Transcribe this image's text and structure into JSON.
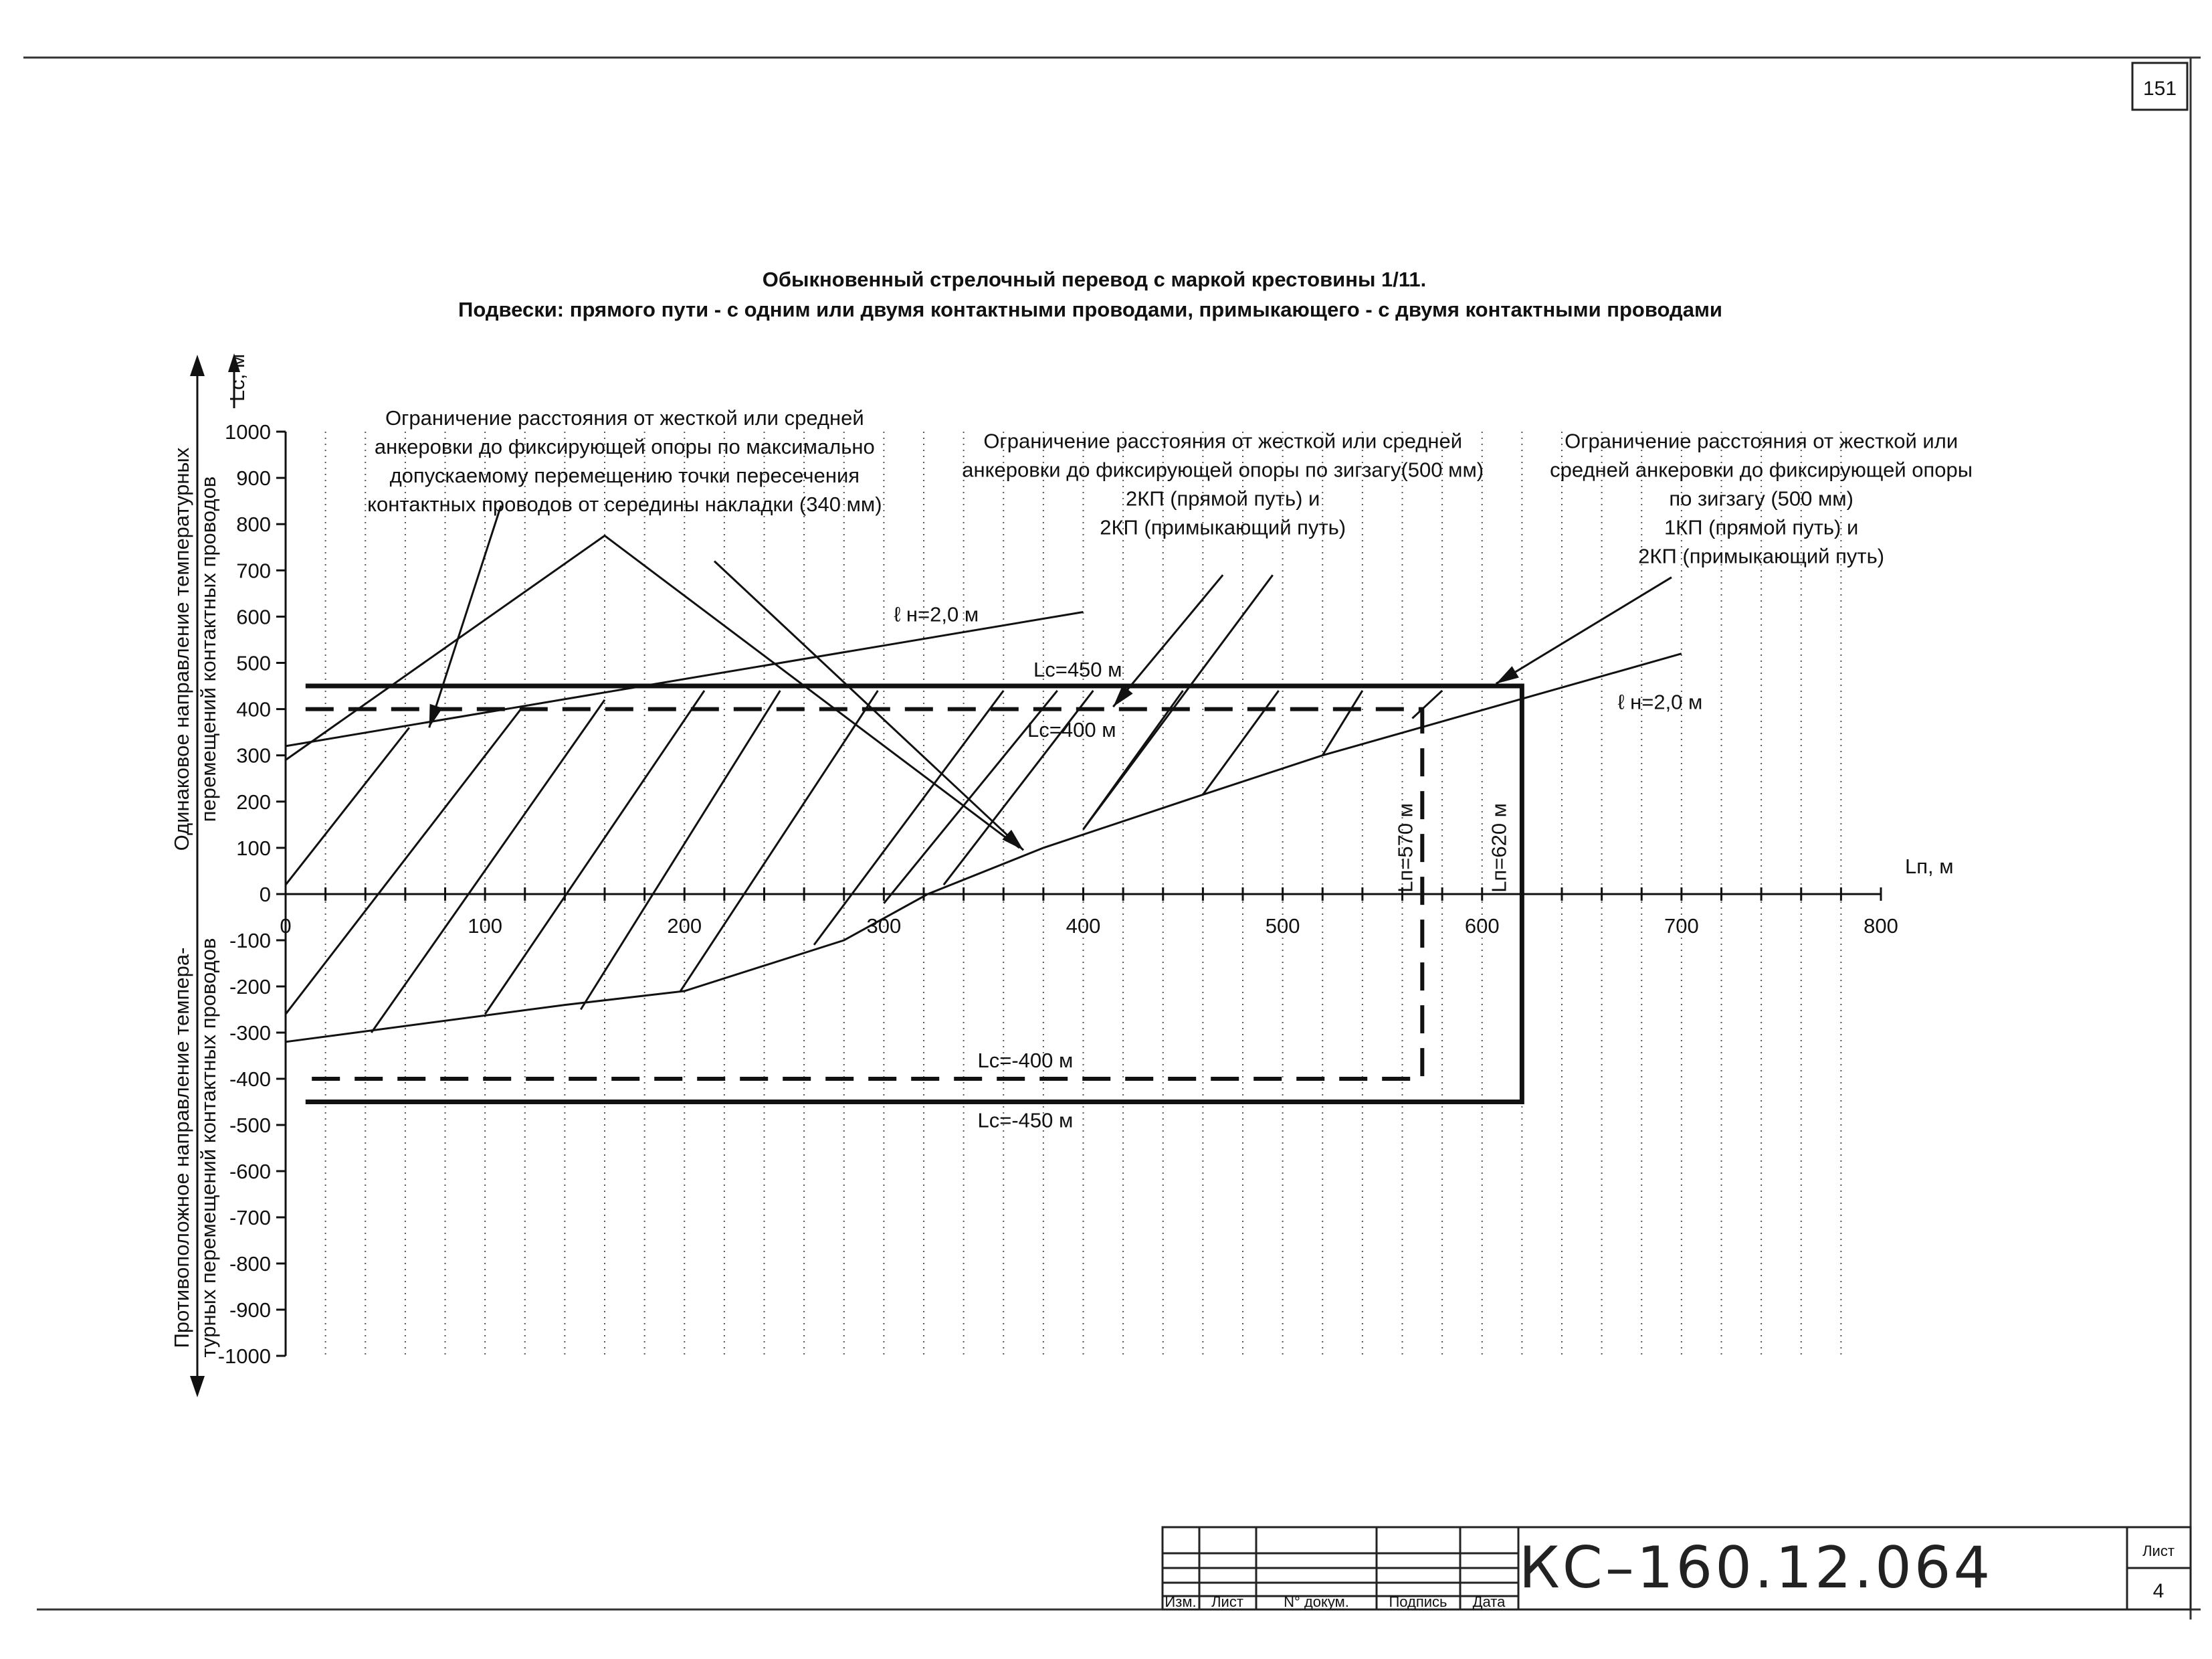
{
  "page": {
    "sheet_number": "151"
  },
  "chart_data": {
    "type": "line",
    "title": "Обыкновенный стрелочный перевод с маркой крестовины 1/11.",
    "subtitle": "Подвески: прямого пути - с одним или двумя контактными проводами, примыкающего - с двумя контактными проводами",
    "xlabel": "Lп, м",
    "ylabel": "Lс, м",
    "ylabel_upper": [
      "Одинаковое направление температурных",
      "перемещений контактных проводов"
    ],
    "ylabel_lower": [
      "Противоположное направление темпера-",
      "турных перемещений контактных проводов"
    ],
    "xlim": [
      0,
      800
    ],
    "ylim": [
      -1000,
      1000
    ],
    "x_ticks": [
      "0",
      "100",
      "200",
      "300",
      "400",
      "500",
      "600",
      "700",
      "800"
    ],
    "y_ticks": [
      "1000",
      "900",
      "800",
      "700",
      "600",
      "500",
      "400",
      "300",
      "200",
      "100",
      "0",
      "-100",
      "-200",
      "-300",
      "-400",
      "-500",
      "-600",
      "-700",
      "-800",
      "-900",
      "-1000"
    ],
    "grid": "vertical dotted every 20 m",
    "series": [
      {
        "style": "solid",
        "points": [
          [
            0,
            320
          ],
          [
            400,
            610
          ]
        ]
      },
      {
        "style": "solid",
        "points": [
          [
            0,
            -320
          ],
          [
            140,
            -240
          ],
          [
            200,
            -210
          ],
          [
            280,
            -100
          ],
          [
            322,
            0
          ],
          [
            380,
            100
          ],
          [
            460,
            215
          ],
          [
            520,
            300
          ],
          [
            700,
            520
          ]
        ]
      },
      {
        "style": "solid",
        "points": [
          [
            0,
            290
          ],
          [
            160,
            775
          ],
          [
            368,
            100
          ]
        ]
      },
      {
        "style": "solid",
        "points": [
          [
            0,
            20
          ],
          [
            62,
            360
          ]
        ]
      },
      {
        "style": "solid",
        "points": [
          [
            0,
            -260
          ],
          [
            118,
            400
          ]
        ]
      },
      {
        "style": "solid",
        "points": [
          [
            43,
            -300
          ],
          [
            160,
            420
          ]
        ]
      },
      {
        "style": "solid",
        "points": [
          [
            100,
            -260
          ],
          [
            210,
            440
          ]
        ]
      },
      {
        "style": "solid",
        "points": [
          [
            148,
            -250
          ],
          [
            248,
            440
          ]
        ]
      },
      {
        "style": "solid",
        "points": [
          [
            198,
            -210
          ],
          [
            297,
            440
          ]
        ]
      },
      {
        "style": "solid",
        "points": [
          [
            265,
            -110
          ],
          [
            360,
            440
          ]
        ]
      },
      {
        "style": "solid",
        "points": [
          [
            300,
            -20
          ],
          [
            387,
            440
          ]
        ]
      },
      {
        "style": "solid",
        "points": [
          [
            330,
            20
          ],
          [
            405,
            440
          ]
        ]
      },
      {
        "style": "solid",
        "points": [
          [
            400,
            140
          ],
          [
            450,
            440
          ]
        ]
      },
      {
        "style": "solid",
        "points": [
          [
            460,
            215
          ],
          [
            498,
            440
          ]
        ]
      },
      {
        "style": "solid",
        "points": [
          [
            520,
            300
          ],
          [
            540,
            440
          ]
        ]
      },
      {
        "style": "solid",
        "points": [
          [
            565,
            380
          ],
          [
            580,
            440
          ]
        ]
      },
      {
        "style": "solid",
        "points": [
          [
            400,
            140
          ],
          [
            495,
            690
          ]
        ]
      },
      {
        "style": "bold",
        "points": [
          [
            10,
            450
          ],
          [
            620,
            450
          ],
          [
            620,
            -450
          ],
          [
            10,
            -450
          ]
        ]
      },
      {
        "style": "dashed",
        "points": [
          [
            10,
            400
          ],
          [
            570,
            400
          ],
          [
            570,
            -400
          ],
          [
            10,
            -400
          ]
        ]
      }
    ],
    "annotations": [
      {
        "lines": [
          "Ограничение расстояния от жесткой или средней",
          "анкеровки до фиксирующей опоры по максимально",
          "допускаемому перемещению точки пересечения",
          "контактных проводов от середины накладки (340 мм)"
        ],
        "x": 170,
        "y": 1000,
        "arrows": [
          [
            [
              108,
              840
            ],
            [
              72,
              360
            ]
          ],
          [
            [
              215,
              720
            ],
            [
              370,
              95
            ]
          ]
        ]
      },
      {
        "lines": [
          "Ограничение расстояния от жесткой или средней",
          "анкеровки до фиксирующей опоры по зигзагу(500 мм)",
          "2КП (прямой путь) и",
          "2КП (примыкающий путь)"
        ],
        "x": 470,
        "y": 950,
        "arrows": [
          [
            [
              470,
              690
            ],
            [
              415,
              405
            ]
          ]
        ]
      },
      {
        "lines": [
          "Ограничение расстояния от жесткой или",
          "средней анкеровки до фиксирующей опоры",
          "по зигзагу (500 мм)",
          "1КП (прямой путь) и",
          "2КП (примыкающий путь)"
        ],
        "x": 740,
        "y": 950,
        "arrows": [
          [
            [
              695,
              685
            ],
            [
              607,
              455
            ]
          ]
        ]
      },
      {
        "text": "ℓ н=2,0 м",
        "x": 305,
        "y": 590
      },
      {
        "text": "ℓ н=2,0 м",
        "x": 668,
        "y": 400
      },
      {
        "text": "Lс=450 м",
        "x": 375,
        "y": 470
      },
      {
        "text": "Lс=400 м",
        "x": 372,
        "y": 340
      },
      {
        "text": "Lс=-400 м",
        "x": 347,
        "y": -375
      },
      {
        "text": "Lс=-450 м",
        "x": 347,
        "y": -505
      },
      {
        "text": "Lп=570 м",
        "x": 565,
        "y": 100,
        "rotate": true
      },
      {
        "text": "Lп=620 м",
        "x": 612,
        "y": 100,
        "rotate": true
      }
    ]
  },
  "stamp": {
    "doc_code": "КС–160.12.064",
    "sheet_label": "Лист",
    "sheet_value": "4",
    "columns": [
      "Изм.",
      "Лист",
      "N° докум.",
      "Подпись",
      "Дата"
    ]
  }
}
